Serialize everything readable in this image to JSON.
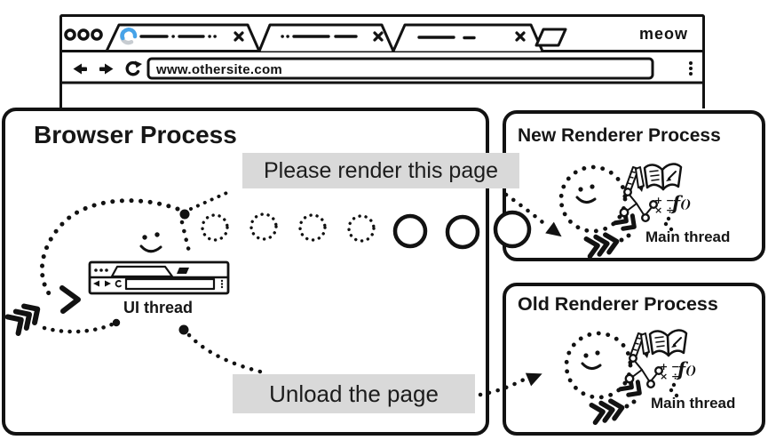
{
  "colors": {
    "ink": "#121212",
    "label_bg": "#d9d9d9",
    "spinner": "#47a3e8"
  },
  "browser_window": {
    "address_url": "www.othersite.com",
    "brand_text": "meow"
  },
  "browser_process": {
    "title": "Browser Process",
    "thread_label": "UI thread"
  },
  "new_renderer_process": {
    "title": "New Renderer Process",
    "thread_label": "Main thread"
  },
  "old_renderer_process": {
    "title": "Old Renderer Process",
    "thread_label": "Main thread"
  },
  "messages": {
    "render_request": "Please render this page",
    "unload_request": "Unload the page"
  }
}
